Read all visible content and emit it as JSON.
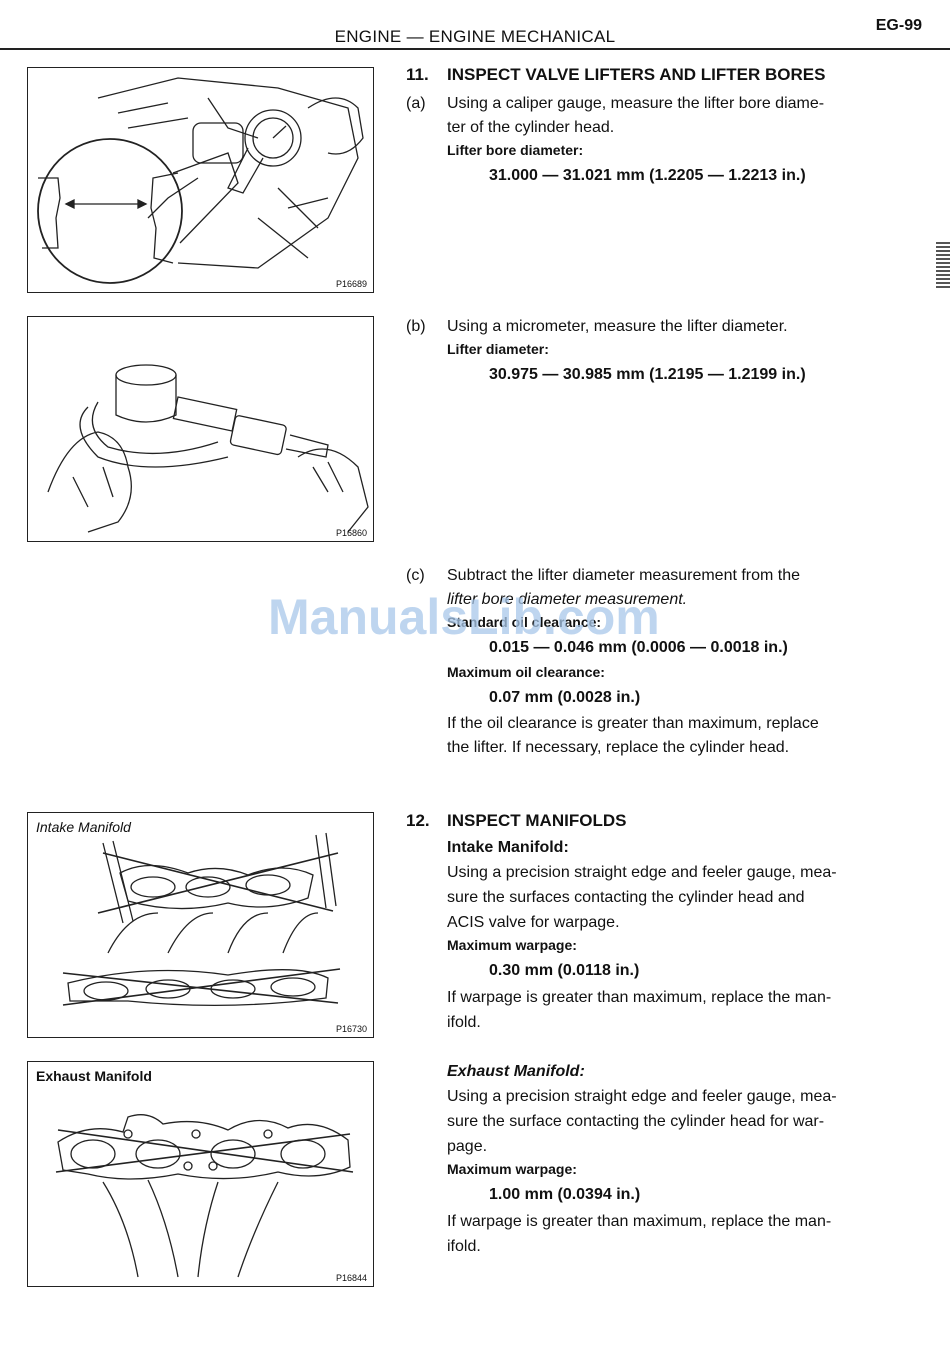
{
  "header": {
    "section": "ENGINE — ENGINE MECHANICAL",
    "page": "EG-99"
  },
  "watermark": "ManualsLib.com",
  "figures": [
    {
      "id": "P16689",
      "label": ""
    },
    {
      "id": "P16860",
      "label": ""
    },
    {
      "id": "P16730",
      "label": "Intake Manifold"
    },
    {
      "id": "P16844",
      "label": "Exhaust Manifold"
    }
  ],
  "step11": {
    "num": "11.",
    "title": "INSPECT VALVE LIFTERS AND LIFTER BORES",
    "a": {
      "marker": "(a)",
      "line1": "Using a caliper gauge, measure the lifter bore diame-",
      "line2": "ter of the cylinder head.",
      "spec_label": "Lifter bore diameter:",
      "spec_value": "31.000 — 31.021 mm (1.2205 — 1.2213 in.)"
    },
    "b": {
      "marker": "(b)",
      "line1": "Using a micrometer, measure the lifter diameter.",
      "spec_label": "Lifter diameter:",
      "spec_value": "30.975 — 30.985 mm (1.2195 — 1.2199 in.)"
    },
    "c": {
      "marker": "(c)",
      "line1": "Subtract the lifter diameter measurement from the",
      "line2": "lifter bore diameter measurement.",
      "std_label": "Standard oil clearance:",
      "std_value": "0.015 — 0.046 mm (0.0006 — 0.0018 in.)",
      "max_label": "Maximum oil clearance:",
      "max_value": "0.07 mm (0.0028 in.)",
      "note1": "If the oil clearance is greater than maximum, replace",
      "note2": "the lifter. If necessary, replace the cylinder head."
    }
  },
  "step12": {
    "num": "12.",
    "title": "INSPECT MANIFOLDS",
    "intake": {
      "heading": "Intake Manifold:",
      "line1": "Using a precision straight edge and feeler gauge, mea-",
      "line2": "sure the surfaces contacting the cylinder head and",
      "line3": "ACIS valve for warpage.",
      "spec_label": "Maximum warpage:",
      "spec_value": "0.30 mm (0.0118 in.)",
      "note1": "If warpage is greater than maximum, replace the man-",
      "note2": "ifold."
    },
    "exhaust": {
      "heading": "Exhaust Manifold:",
      "line1": "Using a precision straight edge and feeler gauge, mea-",
      "line2": "sure the surface contacting the cylinder head for war-",
      "line3": "page.",
      "spec_label": "Maximum warpage:",
      "spec_value": "1.00 mm (0.0394 in.)",
      "note1": "If warpage is greater than maximum, replace the man-",
      "note2": "ifold."
    }
  }
}
